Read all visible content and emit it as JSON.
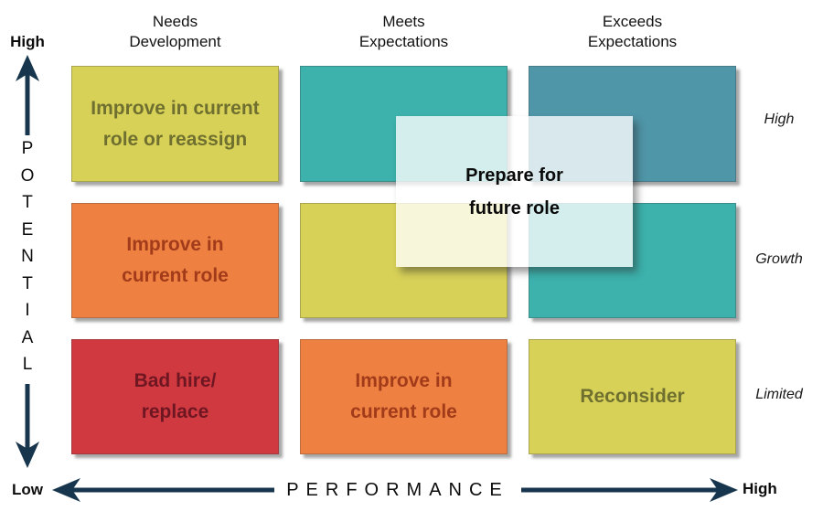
{
  "colors": {
    "yellow": "#d8d158",
    "teal": "#3db1ac",
    "steel_blue": "#4f96a8",
    "orange": "#ee8142",
    "red": "#d03940",
    "yellow_text": "#6f702f",
    "orange_text": "#a23b1a",
    "red_text": "#6e1722",
    "axis_arrow": "#17364d",
    "overlay_bg": "rgba(255,255,255,0.78)"
  },
  "column_headers": [
    {
      "line1": "Needs",
      "line2": "Development"
    },
    {
      "line1": "Meets",
      "line2": "Expectations"
    },
    {
      "line1": "Exceeds",
      "line2": "Expectations"
    }
  ],
  "row_labels": [
    "High",
    "Growth",
    "Limited"
  ],
  "y_axis": {
    "word": "POTENTIAL",
    "letters": [
      "P",
      "O",
      "T",
      "E",
      "N",
      "T",
      "I",
      "A",
      "L"
    ],
    "high": "High",
    "low": "Low"
  },
  "x_axis": {
    "label": "PERFORMANCE",
    "low": "Low",
    "high": "High"
  },
  "cells": [
    {
      "line1": "Improve in current",
      "line2": "role or reassign",
      "bg": "#d8d158",
      "fg": "#6f702f"
    },
    {
      "line1": "",
      "line2": "",
      "bg": "#3db1ac",
      "fg": "#0a0a0a"
    },
    {
      "line1": "",
      "line2": "",
      "bg": "#4f96a8",
      "fg": "#0a0a0a"
    },
    {
      "line1": "Improve in",
      "line2": "current role",
      "bg": "#ee8142",
      "fg": "#a23b1a"
    },
    {
      "line1": "",
      "line2": "",
      "bg": "#d8d158",
      "fg": "#6f702f"
    },
    {
      "line1": "",
      "line2": "",
      "bg": "#3db1ac",
      "fg": "#0a0a0a"
    },
    {
      "line1": "Bad hire/",
      "line2": "replace",
      "bg": "#d03940",
      "fg": "#6e1722"
    },
    {
      "line1": "Improve in",
      "line2": "current role",
      "bg": "#ee8142",
      "fg": "#a23b1a"
    },
    {
      "line1": "Reconsider",
      "line2": "",
      "bg": "#d8d158",
      "fg": "#6f702f"
    }
  ],
  "overlay": {
    "line1": "Prepare for",
    "line2": "future role"
  }
}
